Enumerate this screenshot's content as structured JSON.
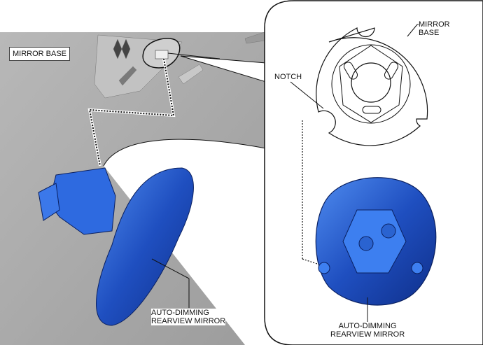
{
  "labels": {
    "mirror_base_left": "MIRROR BASE",
    "mirror_base_right_1": "MIRROR",
    "mirror_base_right_2": "BASE",
    "notch": "NOTCH",
    "mirror_left_1": "AUTO-DIMMING",
    "mirror_left_2": "REARVIEW MIRROR",
    "mirror_right_1": "AUTO-DIMMING",
    "mirror_right_2": "REARVIEW MIRROR"
  },
  "colors": {
    "background_gray": "#a9a9a9",
    "mirror_blue": "#2a63d0",
    "callout_white": "#ffffff"
  }
}
